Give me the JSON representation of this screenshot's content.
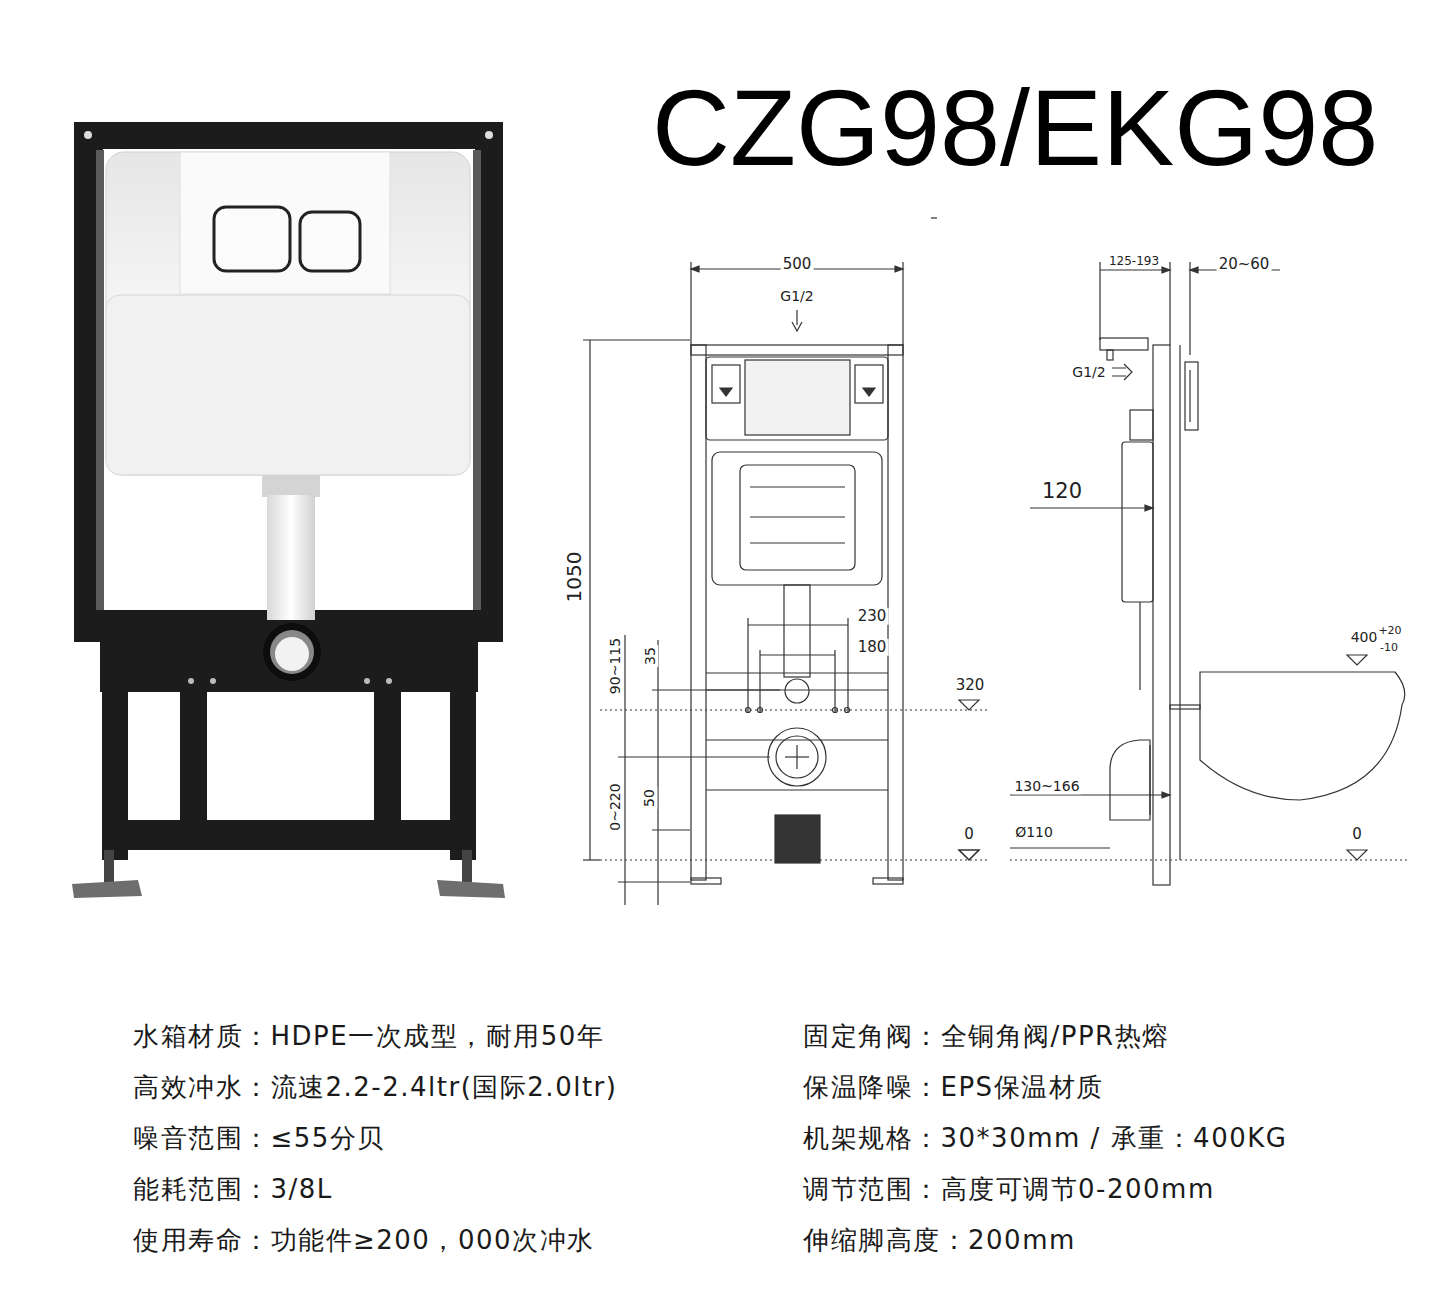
{
  "diagram": {
    "title": "CZG98/EKG98",
    "labels": [
      "500",
      "G1/2",
      "1050",
      "230",
      "180",
      "35",
      "90~115",
      "320",
      "0~220",
      "50",
      "125-193",
      "20~60",
      "G1/2",
      "120",
      "400",
      "+20",
      "-10",
      "130~166",
      "Ø110",
      "0",
      "0",
      "水箱材质：HDPE一次成型，耐用50年",
      "高效冲水：流速2.2-2.4ltr(国际2.0ltr)",
      "噪音范围：≤55分贝",
      "能耗范围：3/8L",
      "使用寿命：功能件≥200，000次冲水",
      "固定角阀：全铜角阀/PPR热熔",
      "保温降噪：EPS保温材质",
      "机架规格：30*30mm / 承重：400KG",
      "调节范围：高度可调节0-200mm",
      "伸缩脚高度：200mm"
    ]
  }
}
